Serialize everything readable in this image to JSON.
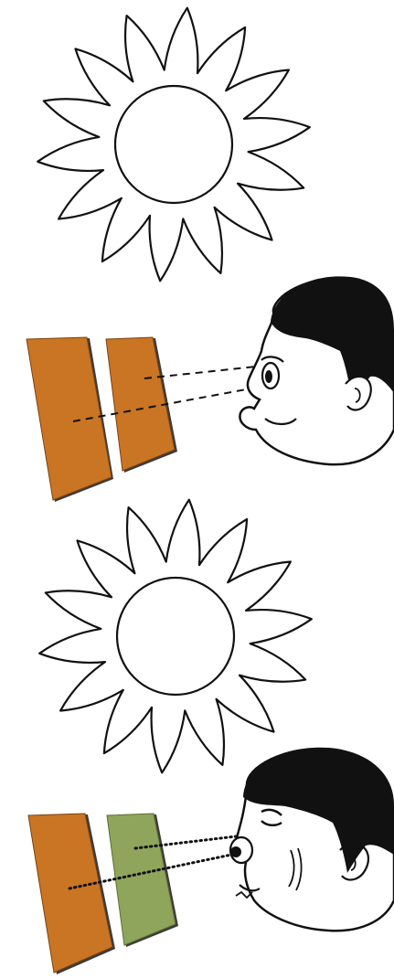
{
  "colors": {
    "background": "#ffffff",
    "ink": "#111111",
    "panel_orange": "#c97524",
    "panel_orange_dark": "#a85d17",
    "panel_green": "#8fa55b",
    "panel_green_dark": "#6f8640",
    "panel_shadow": "#3b3b3b"
  },
  "scenes": [
    {
      "name": "top",
      "sun": "sun-icon",
      "panels": [
        "orange",
        "orange"
      ],
      "viewer": "smiling-face",
      "sight_lines": "dashed"
    },
    {
      "name": "bottom",
      "sun": "sun-icon",
      "panels": [
        "orange",
        "green"
      ],
      "viewer": "surprised-face",
      "sight_lines": "dotted"
    }
  ]
}
